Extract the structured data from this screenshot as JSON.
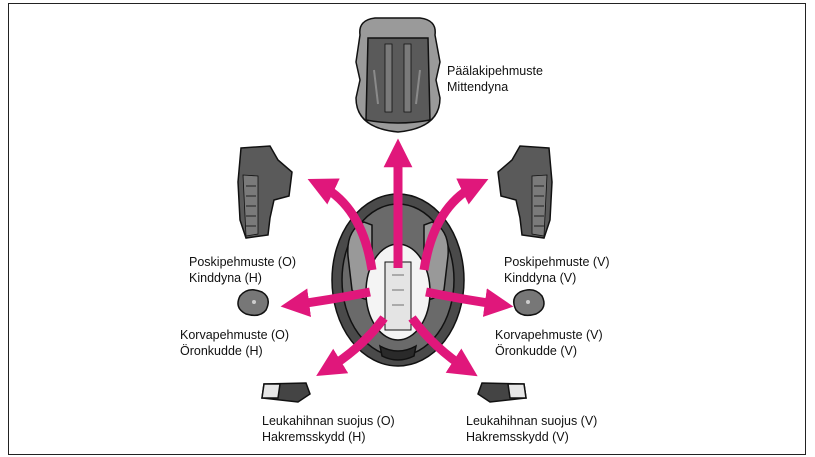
{
  "colors": {
    "arrow": "#e0177b",
    "pad_dark": "#5a5a5a",
    "pad_mid": "#9a9a9a",
    "pad_light": "#d6d6d6",
    "outline": "#111111"
  },
  "labels": {
    "crown": {
      "fi": "Päälakipehmuste",
      "sv": "Mittendyna"
    },
    "cheek_left": {
      "fi": "Poskipehmuste (O)",
      "sv": "Kinddyna (H)"
    },
    "cheek_right": {
      "fi": "Poskipehmuste (V)",
      "sv": "Kinddyna (V)"
    },
    "ear_left": {
      "fi": "Korvapehmuste (O)",
      "sv": "Öronkudde (H)"
    },
    "ear_right": {
      "fi": "Korvapehmuste (V)",
      "sv": "Öronkudde (V)"
    },
    "chin_left": {
      "fi": "Leukahihnan suojus (O)",
      "sv": "Hakremsskydd (H)"
    },
    "chin_right": {
      "fi": "Leukahihnan suojus (V)",
      "sv": "Hakremsskydd (V)"
    }
  }
}
